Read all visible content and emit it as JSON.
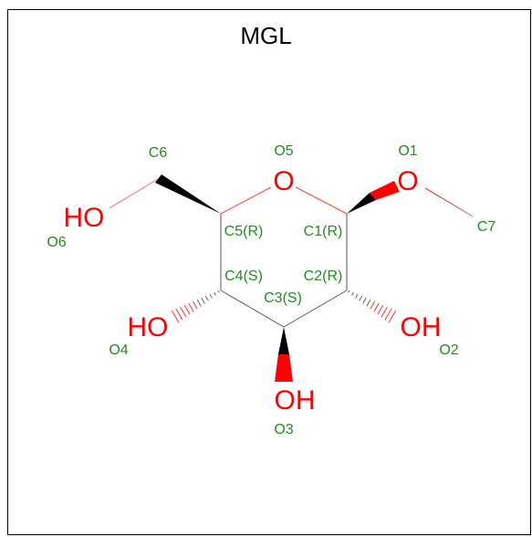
{
  "title": "MGL",
  "colors": {
    "heteroatom": "#ff0000",
    "annotation": "#228b22",
    "bond": "#000000"
  },
  "atoms": [
    {
      "id": "o5",
      "text": "O"
    },
    {
      "id": "o1",
      "text": "O"
    },
    {
      "id": "o6",
      "text": "HO"
    },
    {
      "id": "o4",
      "text": "HO"
    },
    {
      "id": "o2",
      "text": "OH"
    },
    {
      "id": "o3",
      "text": "OH"
    }
  ],
  "annotations": [
    {
      "id": "c6",
      "text": "C6"
    },
    {
      "id": "o5",
      "text": "O5"
    },
    {
      "id": "o1",
      "text": "O1"
    },
    {
      "id": "c7",
      "text": "C7"
    },
    {
      "id": "o6",
      "text": "O6"
    },
    {
      "id": "c5",
      "text": "C5(R)"
    },
    {
      "id": "c1",
      "text": "C1(R)"
    },
    {
      "id": "c4",
      "text": "C4(S)"
    },
    {
      "id": "c2",
      "text": "C2(R)"
    },
    {
      "id": "c3",
      "text": "C3(S)"
    },
    {
      "id": "o4",
      "text": "O4"
    },
    {
      "id": "o2",
      "text": "O2"
    },
    {
      "id": "o3",
      "text": "O3"
    }
  ]
}
